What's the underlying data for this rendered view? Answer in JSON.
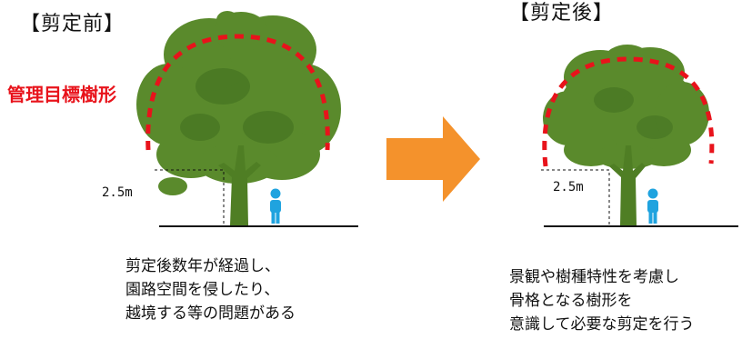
{
  "before": {
    "title": "【剪定前】",
    "target_label": "管理目標樹形",
    "height_label": "2.5m",
    "caption": [
      "剪定後数年が経過し、",
      "園路空間を侵したり、",
      "越境する等の問題がある"
    ]
  },
  "after": {
    "title": "【剪定後】",
    "height_label": "2.5m",
    "caption": [
      "景観や樹種特性を考慮し",
      "骨格となる樹形を",
      "意識して必要な剪定を行う"
    ]
  },
  "colors": {
    "foliage": "#5a8a2c",
    "foliage_dark": "#3f6e1f",
    "trunk": "#4f7e24",
    "target_outline": "#e8131b",
    "arrow": "#f4922c",
    "person": "#1fa3df",
    "ground": "#111111"
  }
}
